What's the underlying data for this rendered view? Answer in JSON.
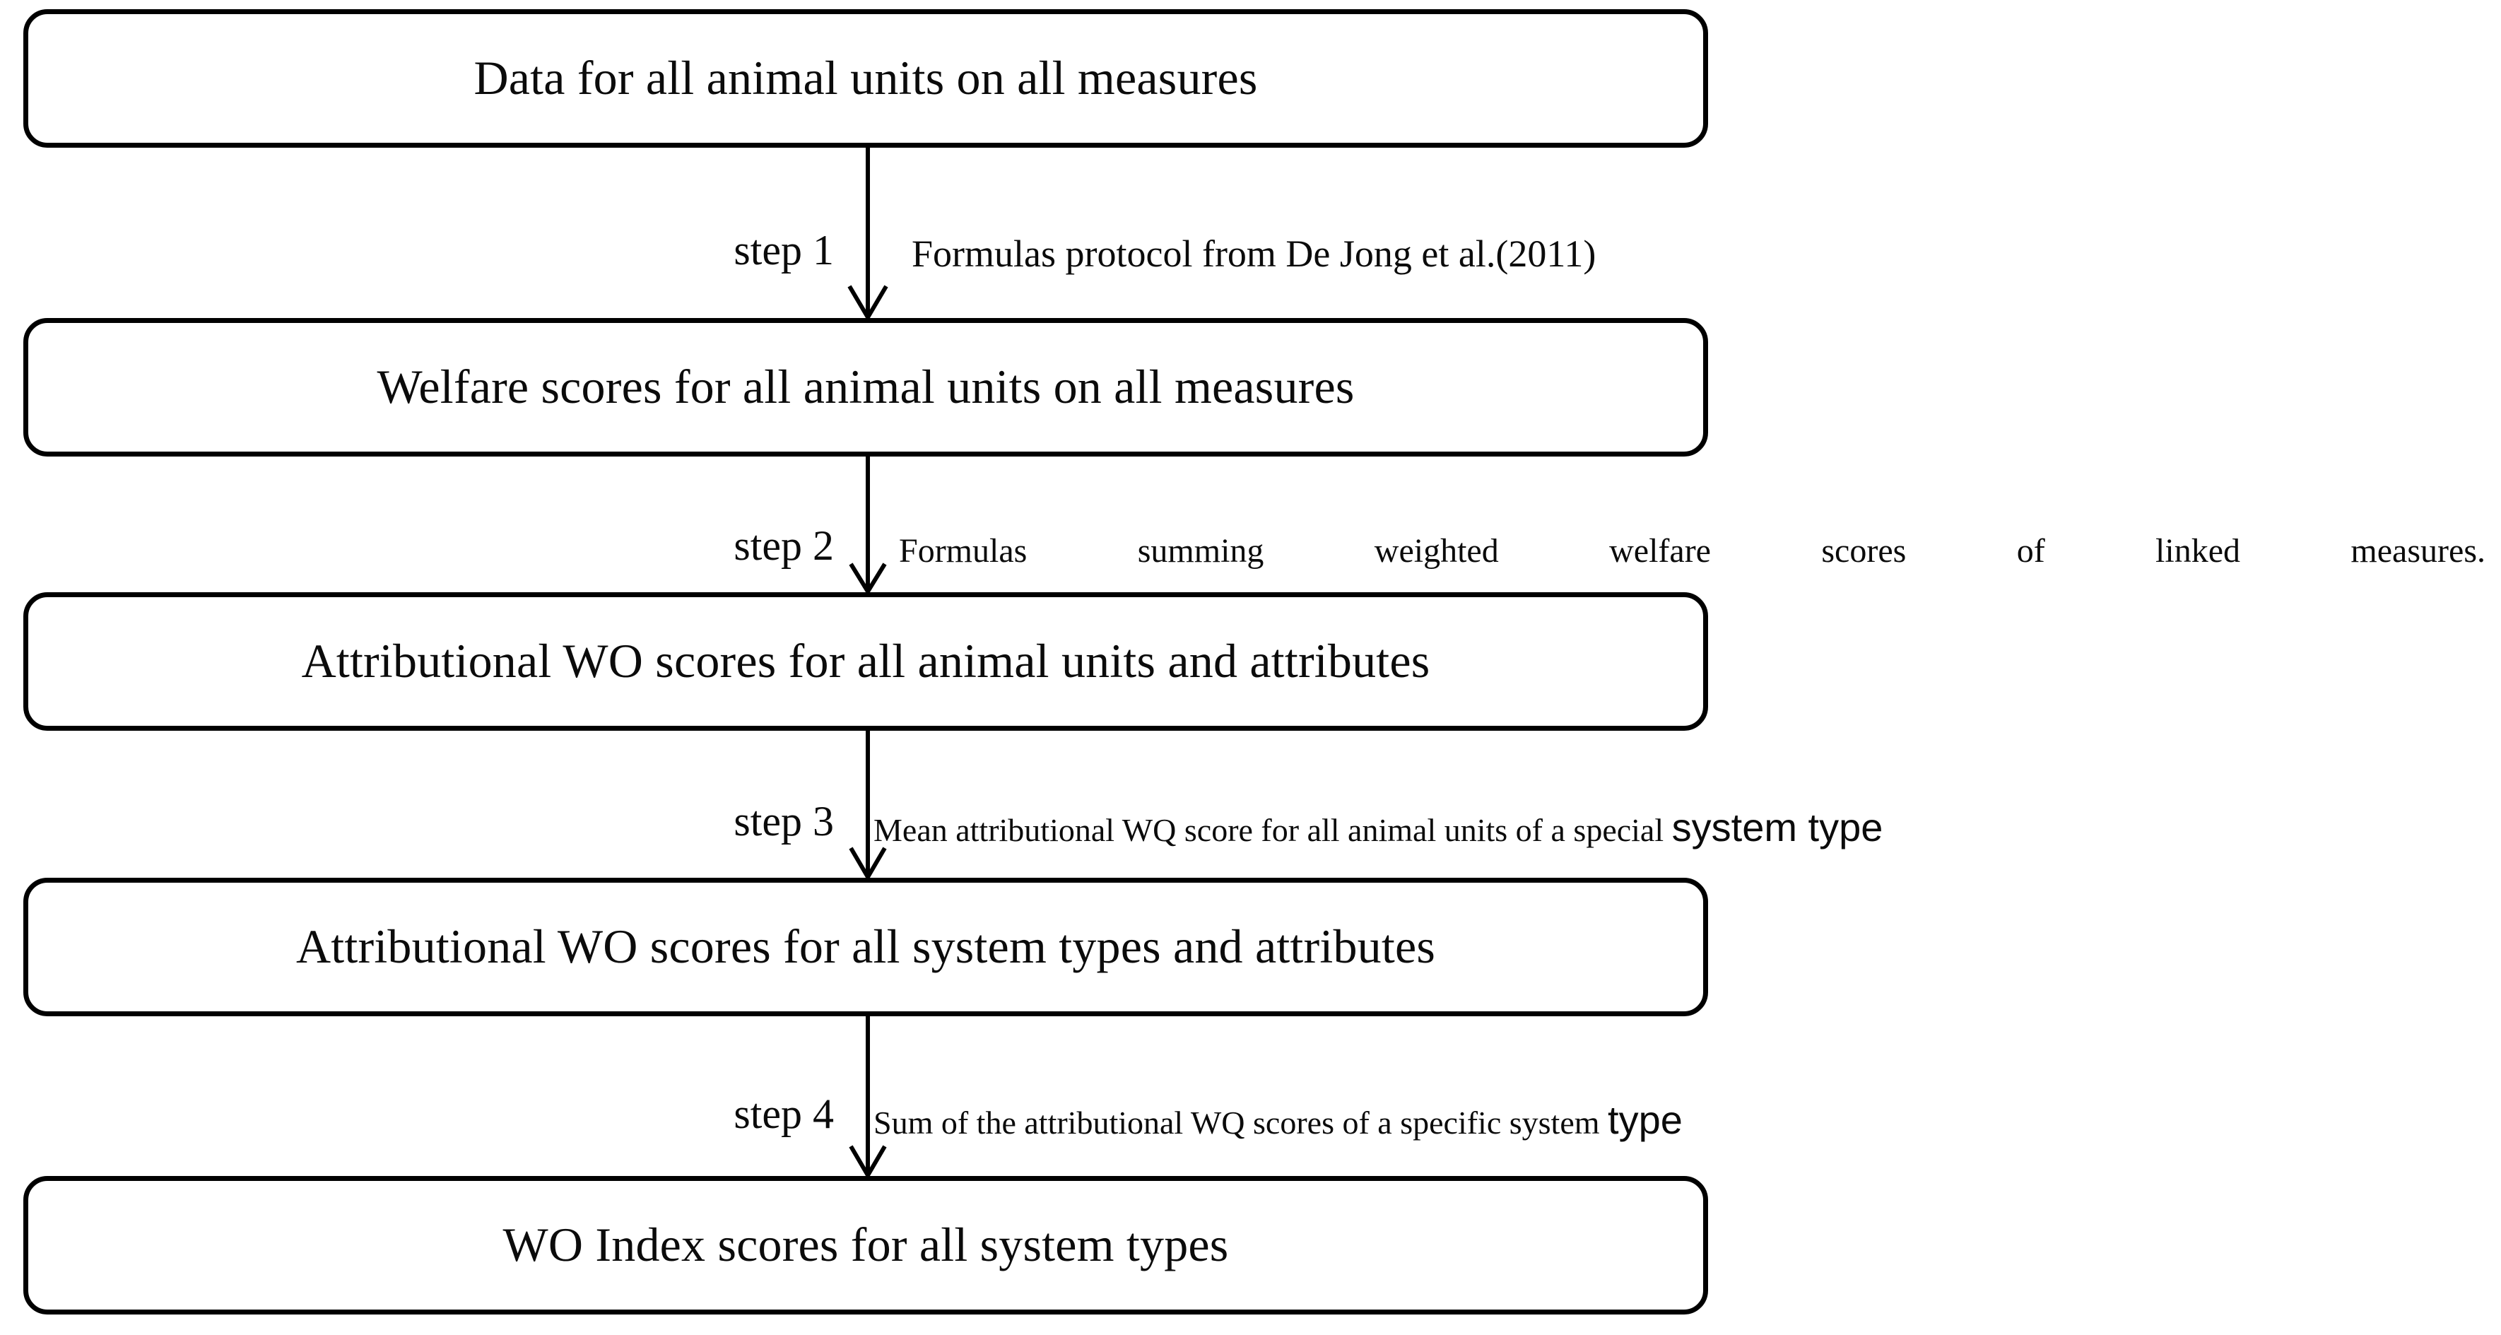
{
  "diagram": {
    "title": "WQ Index calculation flowchart",
    "type": "flowchart",
    "orientation": "top-to-bottom",
    "colors": {
      "box_border": "#000000",
      "box_fill": "#ffffff",
      "text": "#0b0b0b",
      "arrow": "#000000"
    },
    "nodes": [
      {
        "id": "n1",
        "label": "Data for all animal units on all measures"
      },
      {
        "id": "n2",
        "label": "Welfare scores for all animal units on all measures"
      },
      {
        "id": "n3",
        "label": "Attributional WO scores for all animal units and attributes"
      },
      {
        "id": "n4",
        "label": "Attributional WO scores for all system types and attributes"
      },
      {
        "id": "n5",
        "label": "WO Index scores for all system types"
      }
    ],
    "edges": [
      {
        "id": "e1",
        "from": "n1",
        "to": "n2",
        "step_label": "step 1",
        "note": "Formulas protocol from De Jong et al.(2011)",
        "note_emphasis": ""
      },
      {
        "id": "e2",
        "from": "n2",
        "to": "n3",
        "step_label": "step 2",
        "note": "Formulas summing weighted welfare scores of linked measures.",
        "note_emphasis": ""
      },
      {
        "id": "e3",
        "from": "n3",
        "to": "n4",
        "step_label": "step 3",
        "note": "Mean attributional WQ score for all animal units of a special ",
        "note_emphasis": "system type"
      },
      {
        "id": "e4",
        "from": "n4",
        "to": "n5",
        "step_label": "step 4",
        "note": "Sum of the attributional WQ scores of a specific system ",
        "note_emphasis": "type"
      }
    ],
    "arrow_icon": "down-arrow-icon"
  }
}
